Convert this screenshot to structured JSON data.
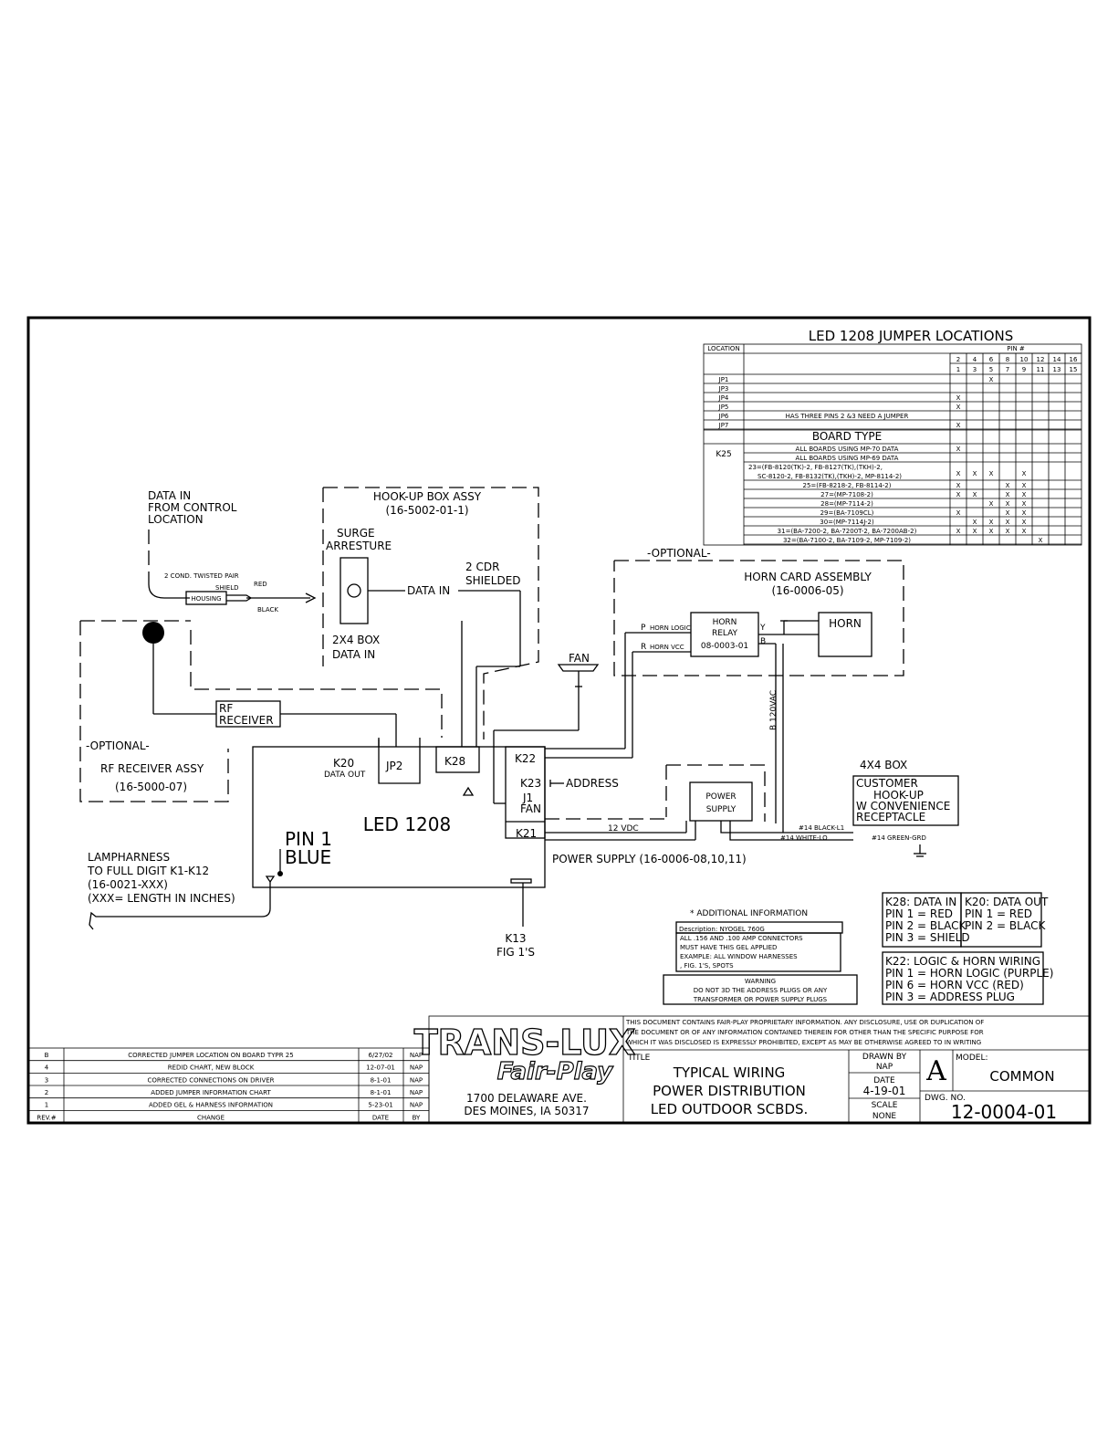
{
  "jumper_table": {
    "title": "LED 1208 JUMPER LOCATIONS",
    "location_header": "LOCATION",
    "pin_header": "PIN #",
    "pins_even": [
      "2",
      "4",
      "6",
      "8",
      "10",
      "12",
      "14",
      "16"
    ],
    "pins_odd": [
      "1",
      "3",
      "5",
      "7",
      "9",
      "11",
      "13",
      "15"
    ],
    "rows": [
      {
        "loc": "JP1",
        "desc": "",
        "marks": [
          "",
          "",
          "X",
          "",
          "",
          "",
          "",
          ""
        ]
      },
      {
        "loc": "JP3",
        "desc": "",
        "marks": [
          "",
          "",
          "",
          "",
          "",
          "",
          "",
          ""
        ]
      },
      {
        "loc": "JP4",
        "desc": "",
        "marks": [
          "X",
          "",
          "",
          "",
          "",
          "",
          "",
          ""
        ]
      },
      {
        "loc": "JP5",
        "desc": "",
        "marks": [
          "X",
          "",
          "",
          "",
          "",
          "",
          "",
          ""
        ]
      },
      {
        "loc": "JP6",
        "desc": "HAS THREE PINS 2 &3 NEED A JUMPER",
        "marks": [
          "",
          "",
          "",
          "",
          "",
          "",
          "",
          ""
        ]
      },
      {
        "loc": "JP7",
        "desc": "",
        "marks": [
          "X",
          "",
          "",
          "",
          "",
          "",
          "",
          ""
        ]
      }
    ],
    "board_type_header": "BOARD TYPE",
    "k25_label": "K25",
    "board_rows": [
      {
        "desc": "ALL BOARDS USING MP-70 DATA",
        "marks": [
          "X",
          "",
          "",
          "",
          "",
          "",
          "",
          ""
        ]
      },
      {
        "desc": "ALL BOARDS USING MP-69 DATA",
        "marks": [
          "",
          "",
          "",
          "",
          "",
          "",
          "",
          ""
        ]
      },
      {
        "desc": "23=(FB-8120(TK)-2, FB-8127(TK),(TKH)-2,",
        "desc2": "SC-8120-2, FB-8132(TK),(TKH)-2, MP-8114-2)",
        "marks": [
          "X",
          "X",
          "X",
          "",
          "X",
          "",
          "",
          ""
        ]
      },
      {
        "desc": "25=(FB-8218-2, FB-8114-2)",
        "marks": [
          "X",
          "",
          "",
          "X",
          "X",
          "",
          "",
          ""
        ]
      },
      {
        "desc": "27=(MP-7108-2)",
        "marks": [
          "X",
          "X",
          "",
          "X",
          "X",
          "",
          "",
          ""
        ]
      },
      {
        "desc": "28=(MP-7114-2)",
        "marks": [
          "",
          "",
          "X",
          "X",
          "X",
          "",
          "",
          ""
        ]
      },
      {
        "desc": "29=(BA-7109CL)",
        "marks": [
          "X",
          "",
          "",
          "X",
          "X",
          "",
          "",
          ""
        ]
      },
      {
        "desc": "30=(MP-7114J-2)",
        "marks": [
          "",
          "X",
          "X",
          "X",
          "X",
          "",
          "",
          ""
        ]
      },
      {
        "desc": "31=(BA-7200-2, BA-7200T-2, BA-7200AB-2)",
        "marks": [
          "X",
          "X",
          "X",
          "X",
          "X",
          "",
          "",
          ""
        ]
      },
      {
        "desc": "32=(BA-7100-2, BA-7109-2, MP-7109-2)",
        "marks": [
          "",
          "",
          "",
          "",
          "",
          "X",
          "",
          ""
        ]
      }
    ]
  },
  "labels": {
    "data_in_from": [
      "DATA IN",
      "FROM CONTROL",
      "LOCATION"
    ],
    "hookup_box": [
      "HOOK-UP BOX ASSY",
      "(16-5002-01-1)"
    ],
    "surge": [
      "SURGE",
      "ARRESTURE"
    ],
    "data_in": "DATA IN",
    "cdr": [
      "2 CDR",
      "SHIELDED"
    ],
    "box2x4": [
      "2X4 BOX",
      "DATA IN"
    ],
    "cable": {
      "pair": "2 COND. TWISTED PAIR",
      "shield": "SHIELD",
      "red": "RED",
      "black": "BLACK",
      "housing": "HOUSING"
    },
    "optional_top": "-OPTIONAL-",
    "horn_card": [
      "HORN CARD ASSEMBLY",
      "(16-0006-05)"
    ],
    "horn_logic": "HORN LOGIC",
    "horn_vcc": "HORN VCC",
    "p": "P",
    "r": "R",
    "y": "Y",
    "b": "B",
    "horn_relay": [
      "HORN",
      "RELAY",
      "08-0003-01"
    ],
    "horn": "HORN",
    "vac": "B  120VAC",
    "fan": "FAN",
    "rf_receiver": [
      "RF",
      "RECEIVER"
    ],
    "optional_left": "-OPTIONAL-",
    "rf_assy": [
      "RF RECEIVER ASSY",
      "(16-5000-07)"
    ],
    "k20": [
      "K20",
      "DATA OUT"
    ],
    "jp2": "JP2",
    "k28": "K28",
    "k22": "K22",
    "k23": "K23",
    "address": "ADDRESS",
    "j1": [
      "J1",
      "FAN"
    ],
    "k21": "K21",
    "led1208": "LED 1208",
    "power_supply_box": [
      "POWER",
      "SUPPLY"
    ],
    "vdc": "12 VDC",
    "power_supply_label": "POWER SUPPLY  (16-0006-08,10,11)",
    "box4x4": "4X4 BOX",
    "customer": [
      "CUSTOMER",
      "HOOK-UP",
      "W CONVENIENCE",
      "RECEPTACLE"
    ],
    "black_l1": "#14  BLACK-L1",
    "white_lo": "#14  WHITE-LO",
    "green_grd": "#14  GREEN-GRD",
    "pin1": [
      "PIN 1",
      "BLUE"
    ],
    "lampharness": [
      "LAMPHARNESS",
      "TO FULL DIGIT K1-K12",
      "(16-0021-XXX)",
      "(XXX= LENGTH IN INCHES)"
    ],
    "k13": [
      "K13",
      "FIG 1'S"
    ]
  },
  "additional_info": {
    "title": "* ADDITIONAL INFORMATION",
    "description": "Description: NYOGEL 760G",
    "body": [
      "ALL .156 AND .100 AMP CONNECTORS",
      "MUST HAVE THIS GEL APPLIED",
      "EXAMPLE:  ALL WINDOW HARNESSES",
      ", FIG. 1'S, SPOTS"
    ],
    "warning_title": "WARNING",
    "warning": [
      "DO NOT 3D THE ADDRESS PLUGS OR ANY",
      "TRANSFORMER OR POWER SUPPLY PLUGS"
    ]
  },
  "pin_info": {
    "k28": [
      "K28: DATA IN",
      "PIN 1 = RED",
      "PIN 2 = BLACK",
      "PIN 3 = SHIELD"
    ],
    "k20": [
      "K20: DATA OUT",
      "PIN 1 = RED",
      "PIN 2 = BLACK"
    ],
    "k22": [
      "K22: LOGIC & HORN WIRING",
      "PIN 1 = HORN LOGIC (PURPLE)",
      "PIN 6 = HORN VCC (RED)",
      "PIN 3 =  ADDRESS PLUG"
    ]
  },
  "revisions": {
    "rows": [
      {
        "rev": "B",
        "change": "CORRECTED JUMPER LOCATION ON BOARD TYPR 25",
        "date": "6/27/02",
        "by": "NAP"
      },
      {
        "rev": "4",
        "change": "REDID CHART, NEW BLOCK",
        "date": "12-07-01",
        "by": "NAP"
      },
      {
        "rev": "3",
        "change": "CORRECTED CONNECTIONS ON DRIVER",
        "date": "8-1-01",
        "by": "NAP"
      },
      {
        "rev": "2",
        "change": "ADDED JUMPER INFORMATION CHART",
        "date": "8-1-01",
        "by": "NAP"
      },
      {
        "rev": "1",
        "change": "ADDED GEL & HARNESS INFORMATION",
        "date": "5-23-01",
        "by": "NAP"
      }
    ],
    "header": {
      "rev": "REV.#",
      "change": "CHANGE",
      "date": "DATE",
      "by": "BY"
    }
  },
  "title_block": {
    "logo_text": "TRANS-LUX",
    "logo_sub": "Fair-Play",
    "address": [
      "1700 DELAWARE AVE.",
      "DES MOINES, IA 50317"
    ],
    "proprietary": [
      "THIS DOCUMENT CONTAINS FAIR-PLAY PROPRIETARY INFORMATION. ANY DISCLOSURE, USE OR DUPLICATION OF",
      "THE DOCUMENT OR OF ANY INFORMATION CONTAINED THEREIN FOR OTHER THAN THE SPECIFIC PURPOSE FOR",
      "WHICH IT WAS DISCLOSED IS EXPRESSLY PROHIBITED, EXCEPT AS MAY BE OTHERWISE AGREED TO IN WRITING"
    ],
    "title_label": "TITLE",
    "title": [
      "TYPICAL WIRING",
      "POWER DISTRIBUTION",
      "LED OUTDOOR SCBDS."
    ],
    "drawn_by_label": "DRAWN BY",
    "drawn_by": "NAP",
    "date_label": "DATE",
    "date": "4-19-01",
    "scale_label": "SCALE",
    "scale": "NONE",
    "size": "A",
    "model_label": "MODEL:",
    "model": "COMMON",
    "dwg_label": "DWG. NO.",
    "dwg_no": "12-0004-01"
  }
}
